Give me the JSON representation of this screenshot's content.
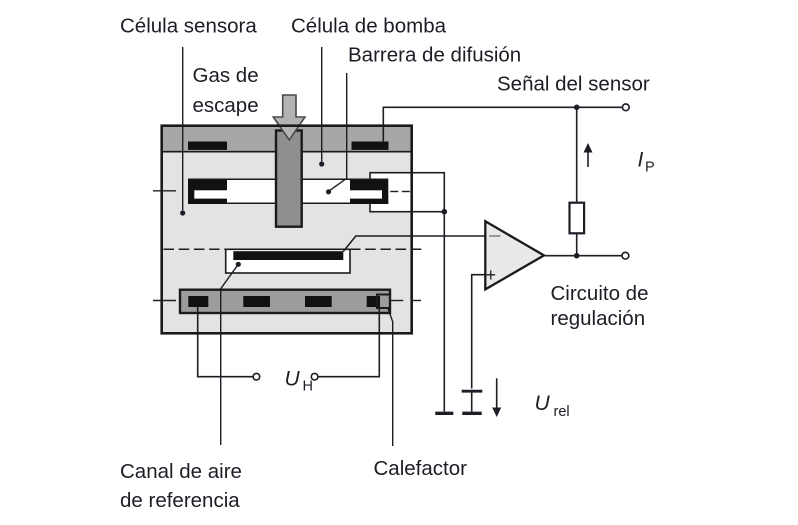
{
  "labels": {
    "celula_sensora": "Célula sensora",
    "celula_bomba": "Célula de bomba",
    "gas_line1": "Gas de",
    "gas_line2": "escape",
    "barrera": "Barrera de difusión",
    "senal": "Señal del sensor",
    "circuito_line1": "Circuito de",
    "circuito_line2": "regulación",
    "canal_line1": "Canal de aire",
    "canal_line2": "de referencia",
    "calefactor": "Calefactor"
  },
  "symbols": {
    "ip_main": "I",
    "ip_sub": "P",
    "uh_main": "U",
    "uh_sub": "H",
    "urel_main": "U",
    "urel_sub": "rel",
    "opamp_plus": "+"
  },
  "colors": {
    "ink": "#1d1d26",
    "outline": "#1a1a1a",
    "body_fill": "#e3e3e3",
    "top_band_fill": "#a7a7a7",
    "heater_fill": "#9c9c9c",
    "gas_bar_fill": "#8f8f8f",
    "arrow_fill": "#b3b3b3",
    "opamp_fill": "#e9e9e9",
    "electrode_black": "#111111",
    "background": "#ffffff"
  }
}
